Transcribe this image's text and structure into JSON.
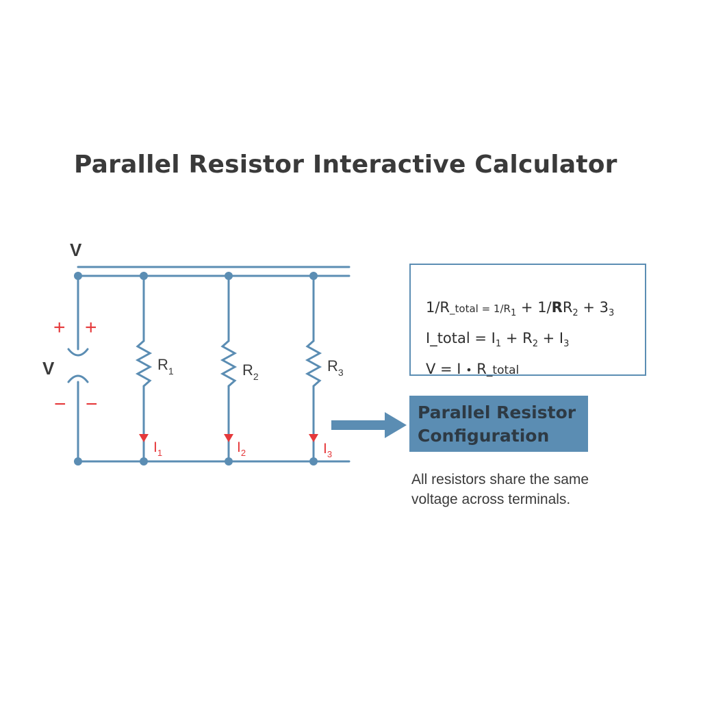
{
  "title": "Parallel Resistor Interactive Calculator",
  "circuit": {
    "top_rail_label": "V",
    "source_label": "V",
    "source_plus": "+",
    "source_minus": "−",
    "resistors": [
      {
        "name": "R",
        "sub": "1"
      },
      {
        "name": "R",
        "sub": "2"
      },
      {
        "name": "R",
        "sub": "3"
      }
    ],
    "currents": [
      {
        "name": "I",
        "sub": "1"
      },
      {
        "name": "I",
        "sub": "2"
      },
      {
        "name": "I",
        "sub": "3"
      }
    ],
    "colors": {
      "wire": "#5b8db3",
      "current": "#e5393b"
    }
  },
  "formulas": {
    "line1": {
      "a": "1/R",
      "b": "_total = 1/R",
      "c": "1",
      "d": " + 1/",
      "e": "R",
      "f": "R",
      "g": "2",
      "h": " + 3",
      "i": "3"
    },
    "line2": {
      "a": "I",
      "b": "_total = I",
      "c": "1",
      "d": " + R",
      "e": "2",
      "f": " + I",
      "g": "3"
    },
    "line3": {
      "a": "V = I ",
      "b": "•",
      "c": " R",
      "d": "_total"
    }
  },
  "config_box": {
    "line1": "Parallel Resistor",
    "line2": "Configuration"
  },
  "note": "All resistors share the same voltage across terminals."
}
